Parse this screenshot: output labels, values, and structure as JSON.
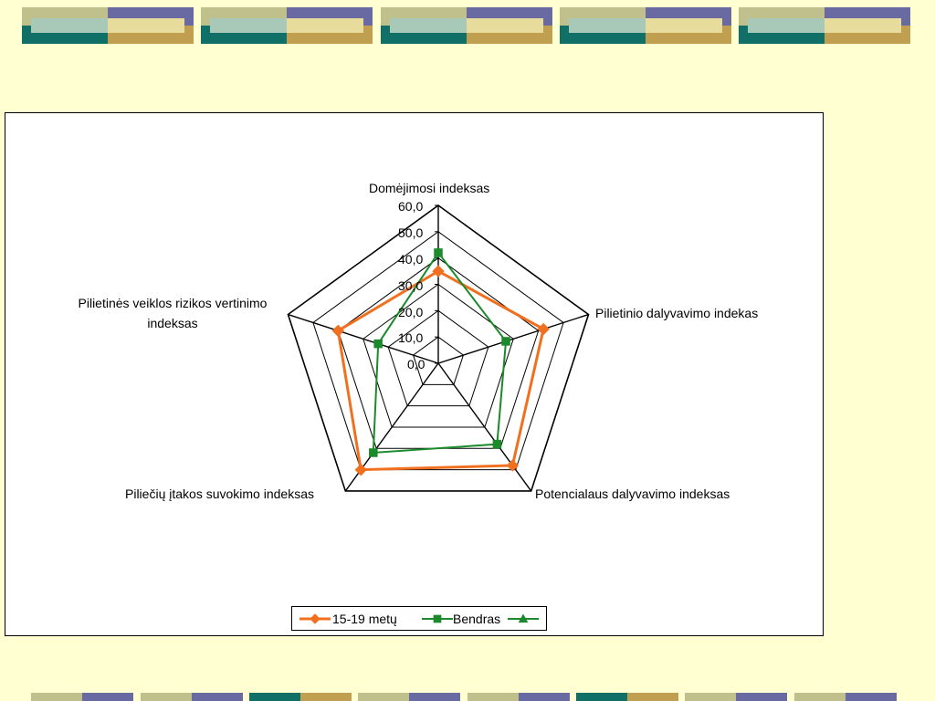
{
  "decoration": {
    "top_colors": {
      "sage": "#bfc08c",
      "navy": "#6a6aa2",
      "teal": "#107068",
      "tan": "#c0a050",
      "mint": "#a8c8b8",
      "cream": "#e8dc9c"
    },
    "bottom_colors": [
      "#107068",
      "#c0a050",
      "#bfc08c",
      "#6a6aa2"
    ]
  },
  "chart_data": {
    "type": "radar",
    "title": "",
    "axes": [
      "Domėjimosi indeksas",
      "Pilietinio dalyvavimo indekas",
      "Potencialaus dalyvavimo indeksas",
      "Piliečių įtakos suvokimo indeksas",
      "Pilietinės veiklos rizikos vertinimo indeksas"
    ],
    "ticks": [
      "0,0",
      "10,0",
      "20,0",
      "30,0",
      "40,0",
      "50,0",
      "60,0"
    ],
    "range": [
      0,
      60
    ],
    "grid": true,
    "legend_position": "bottom",
    "series": [
      {
        "name": "15-19 metų",
        "color": "#f07020",
        "marker": "diamond",
        "values": [
          35,
          42,
          48,
          50,
          40
        ]
      },
      {
        "name": "Bendras",
        "color": "#1a8a2a",
        "marker": "square",
        "values": [
          42,
          27,
          38,
          42,
          24
        ]
      },
      {
        "name": "",
        "color": "#1a8a2a",
        "marker": "triangle",
        "values": []
      }
    ]
  }
}
